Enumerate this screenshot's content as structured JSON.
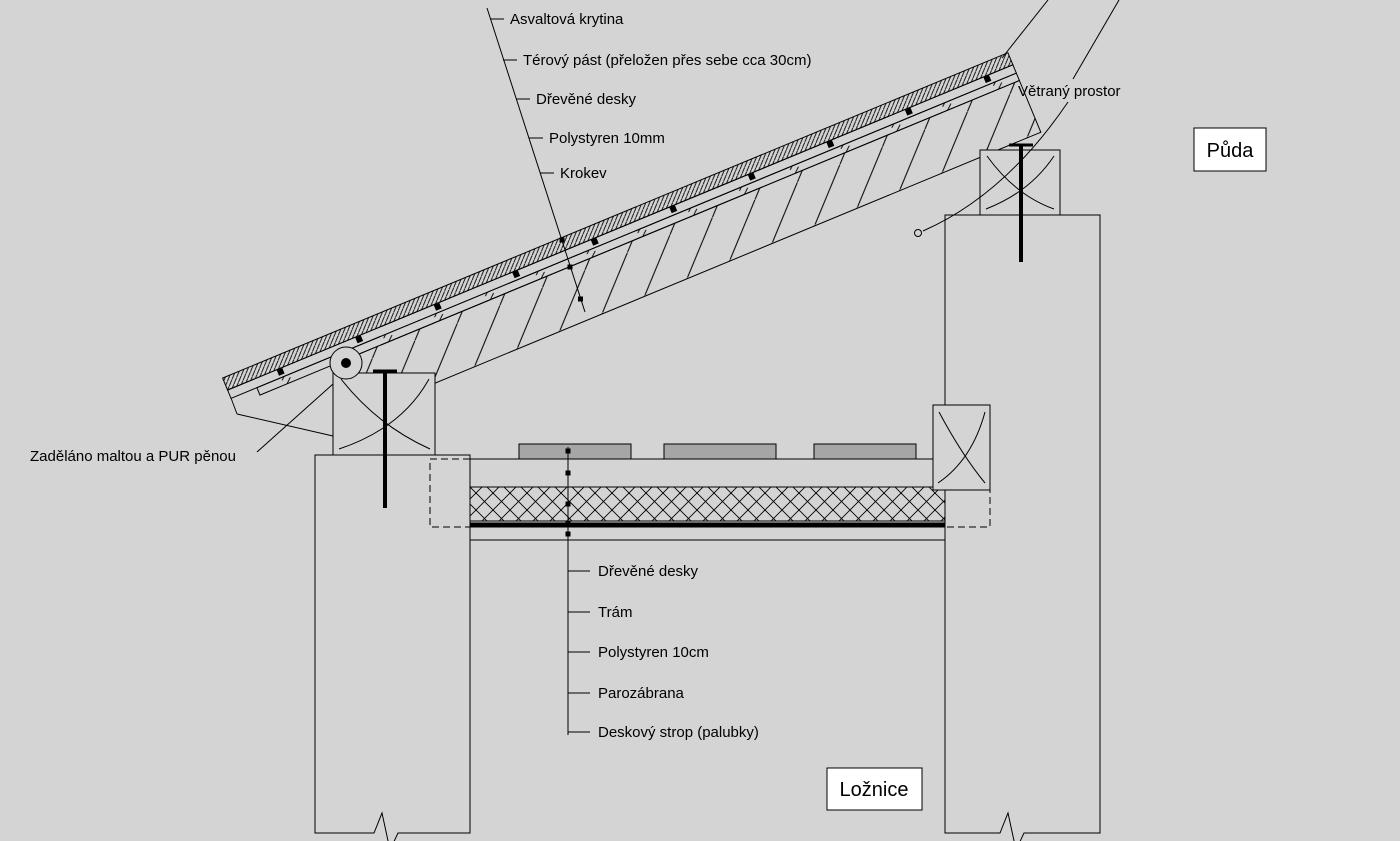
{
  "colors": {
    "background": "#d4d4d4",
    "line": "#000000",
    "batten_fill": "#a6a6a6",
    "label_box_fill": "#ffffff"
  },
  "roof": {
    "leader_labels": [
      "Asvaltová krytina",
      "Térový pást (přeložen přes sebe cca 30cm)",
      "Dřevěné desky",
      "Polystyren 10mm",
      "Krokev"
    ]
  },
  "ceiling": {
    "leader_labels": [
      "Dřevěné desky",
      "Trám",
      "Polystyren 10cm",
      "Parozábrana",
      "Deskový strop (palubky)"
    ]
  },
  "annotations": {
    "ventilated_space": "Větraný prostor",
    "sealed_joint": "Zaděláno maltou a PUR pěnou"
  },
  "rooms": {
    "attic": "Půda",
    "bedroom": "Ložnice"
  }
}
